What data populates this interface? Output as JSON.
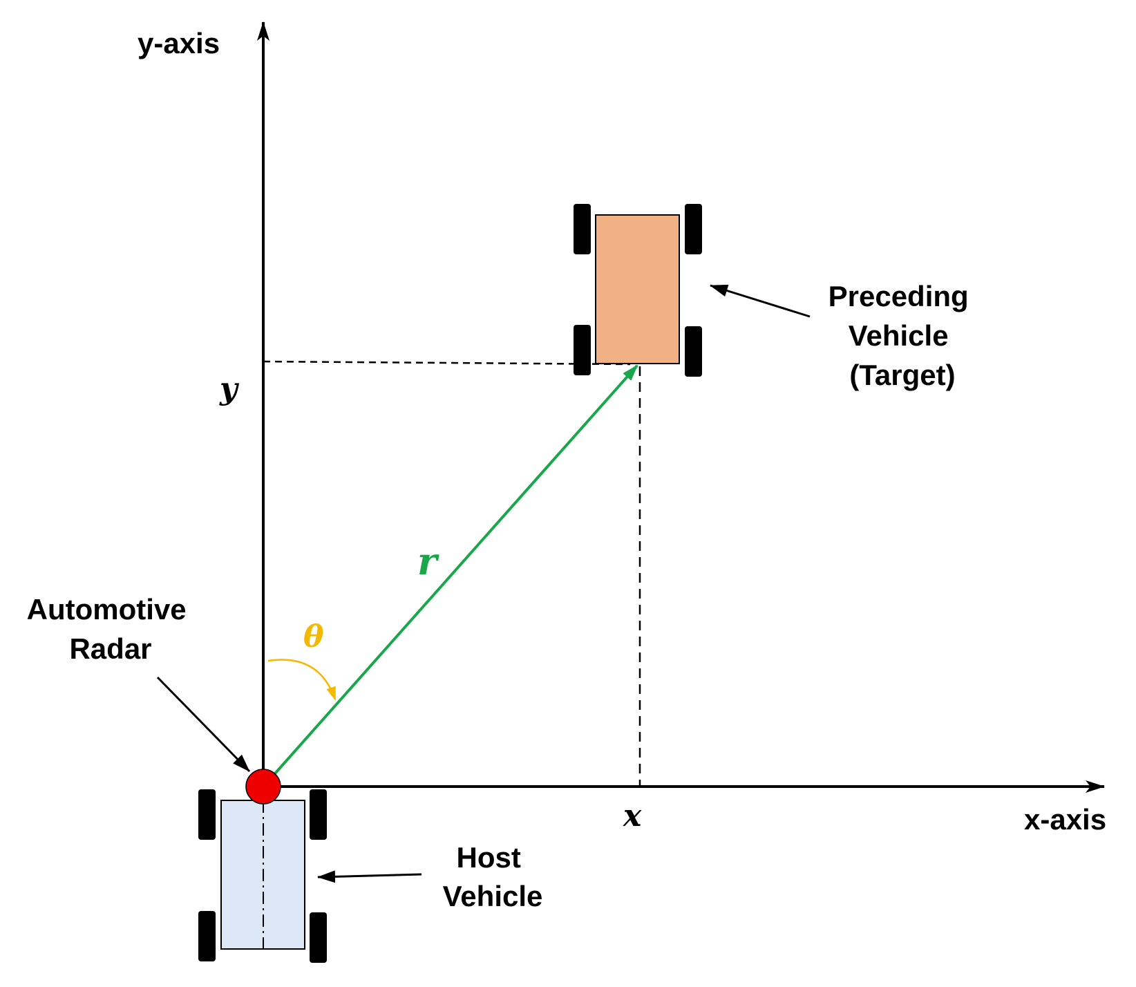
{
  "labels": {
    "y_axis": "y-axis",
    "x_axis": "x-axis",
    "y_coord": "y",
    "x_coord": "x",
    "range": "r",
    "angle": "θ",
    "radar": [
      "Automotive",
      "Radar"
    ],
    "preceding": [
      "Preceding",
      "Vehicle",
      "(Target)"
    ],
    "host": [
      "Host",
      "Vehicle"
    ]
  },
  "colors": {
    "range_vector": "#1aa64a",
    "angle_arc": "#f5b800",
    "radar_dot": "#ee0000",
    "target_body": "#f2b085",
    "host_body": "#dce8f5",
    "wheel": "#000000",
    "axis": "#000000"
  }
}
